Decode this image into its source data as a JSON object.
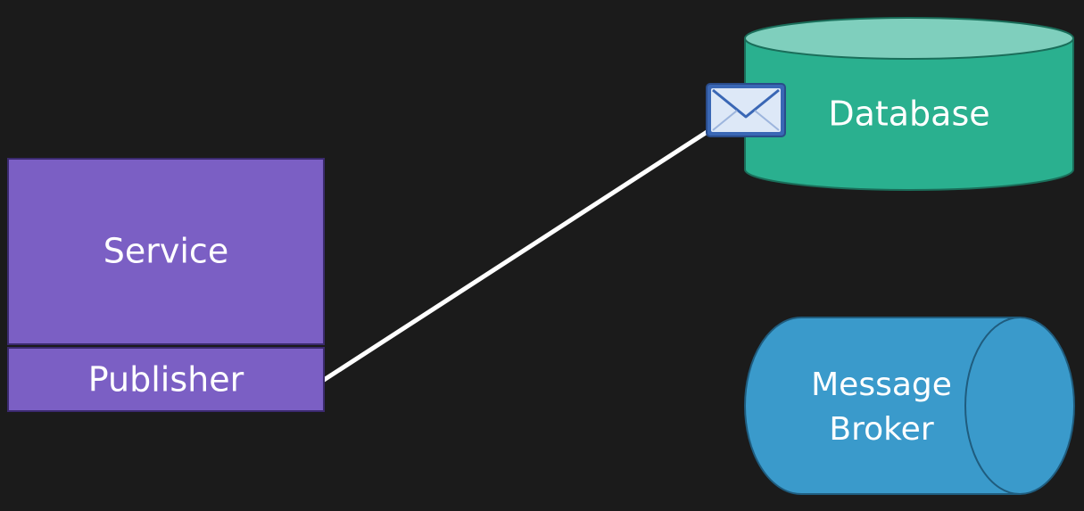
{
  "nodes": {
    "service": {
      "label": "Service"
    },
    "publisher": {
      "label": "Publisher"
    },
    "database": {
      "label": "Database"
    },
    "message_broker": {
      "label_line1": "Message",
      "label_line2": "Broker"
    }
  },
  "icons": {
    "envelope": "envelope-icon"
  },
  "colors": {
    "background": "#1b1b1b",
    "service_fill": "#7b5fc4",
    "database_fill": "#2ab08f",
    "database_top": "#7fcfbd",
    "broker_fill": "#3a9acb",
    "connector": "#ffffff"
  }
}
